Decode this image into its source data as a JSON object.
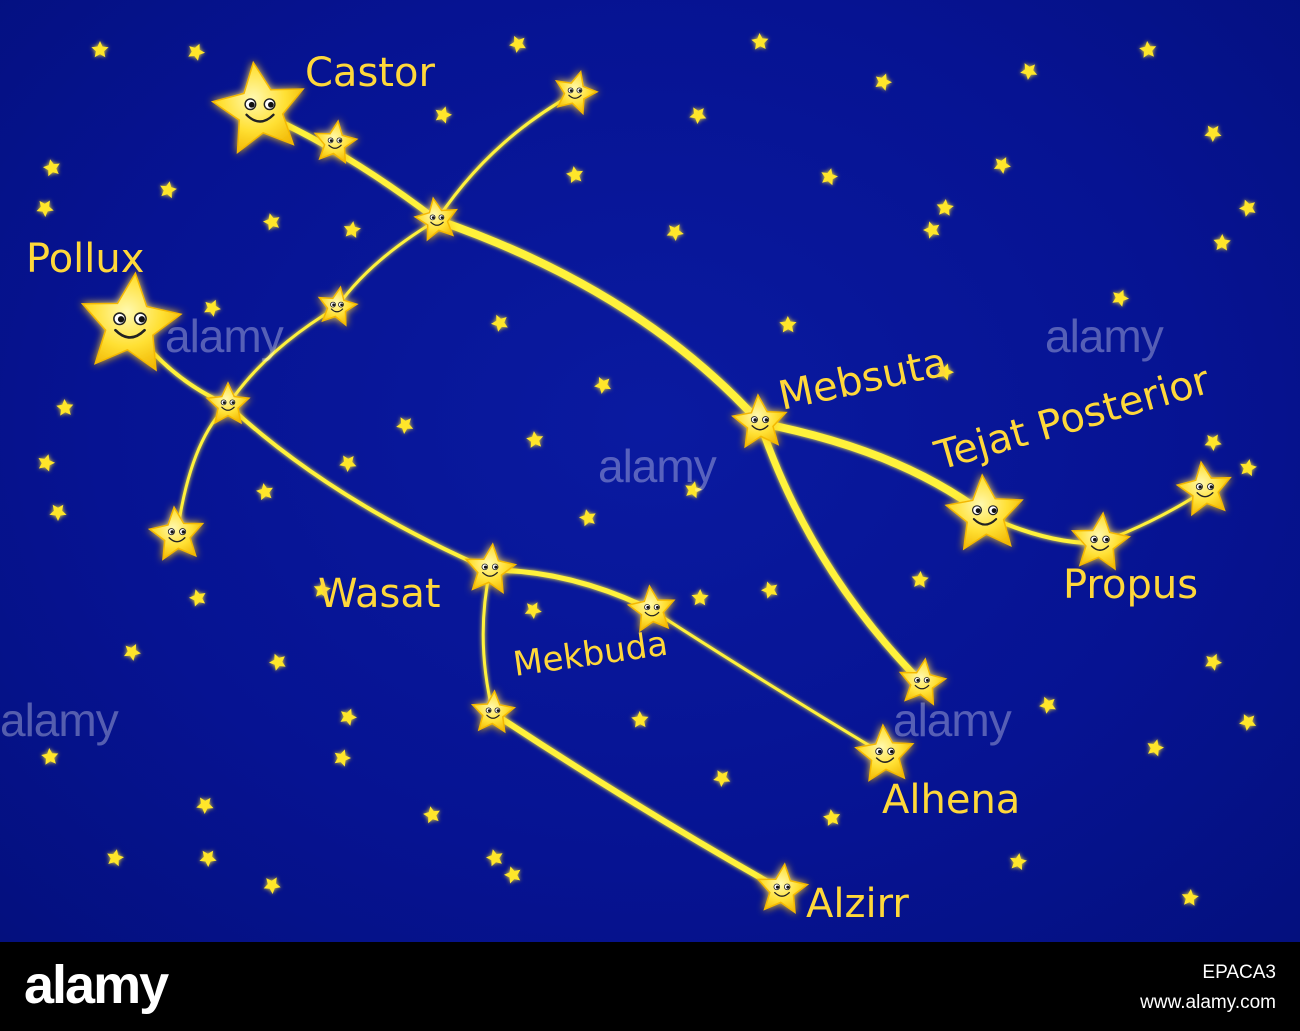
{
  "constellation": {
    "stars": {
      "castor": "Castor",
      "pollux": "Pollux",
      "mebsuta": "Mebsuta",
      "tejat": "Tejat Posterior",
      "propus": "Propus",
      "wasat": "Wasat",
      "mekbuda": "Mekbuda",
      "alhena": "Alhena",
      "alzirr": "Alzirr"
    }
  },
  "watermark": "alamy",
  "footer": {
    "logo": "alamy",
    "image_id": "EPACA3",
    "url": "www.alamy.com"
  },
  "colors": {
    "sky": "#061392",
    "star": "#ffd21c",
    "line": "#fff23a",
    "label": "#ffd83a"
  }
}
